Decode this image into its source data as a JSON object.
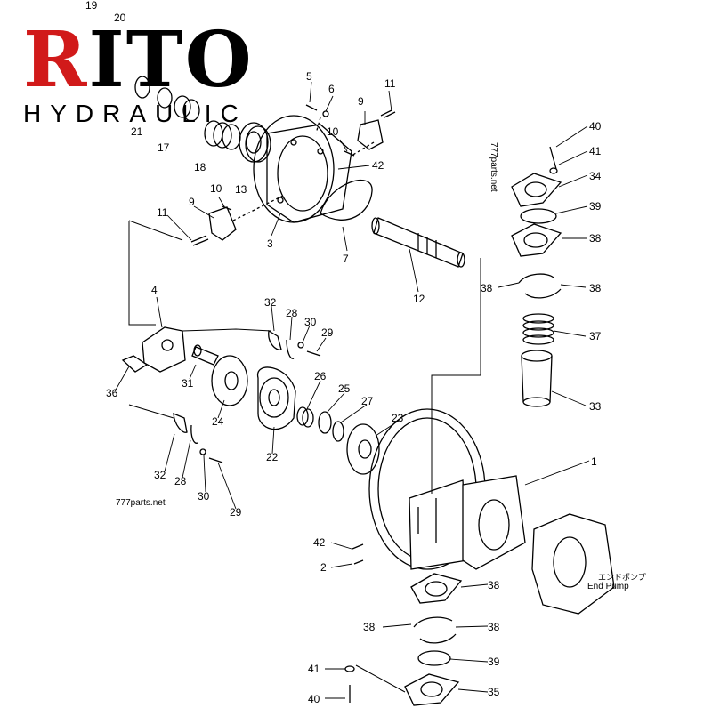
{
  "logo": {
    "main": "RITO",
    "sub": "HYDRAULIC",
    "accent_color": "#d11a1a"
  },
  "watermarks": [
    "777parts.net",
    "777parts.net"
  ],
  "end_pump_label": {
    "jp": "エンドポンプ",
    "en": "End Pump"
  },
  "callouts": [
    "19",
    "20",
    "21",
    "17",
    "18",
    "13",
    "5",
    "6",
    "9",
    "11",
    "10",
    "42",
    "10",
    "9",
    "11",
    "3",
    "7",
    "12",
    "40",
    "41",
    "34",
    "39",
    "38",
    "38",
    "38",
    "37",
    "33",
    "4",
    "32",
    "28",
    "30",
    "29",
    "36",
    "31",
    "24",
    "26",
    "25",
    "27",
    "22",
    "23",
    "32",
    "28",
    "30",
    "29",
    "1",
    "42",
    "2",
    "38",
    "38",
    "38",
    "39",
    "41",
    "40",
    "35"
  ]
}
